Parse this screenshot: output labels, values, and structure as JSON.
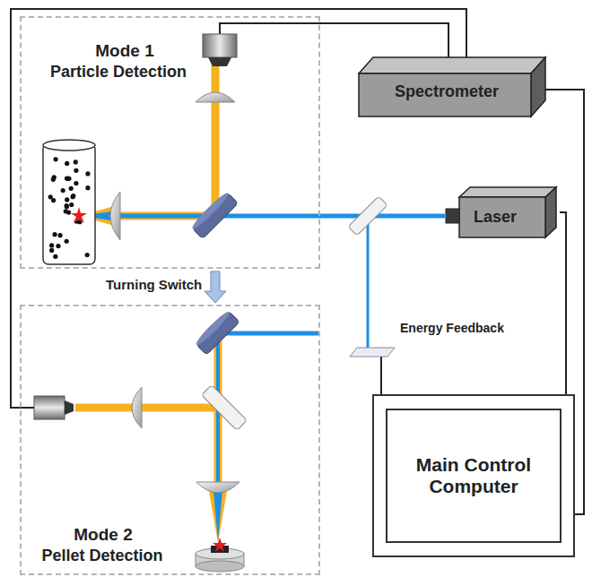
{
  "diagram": {
    "nodes": [
      {
        "text": [
          "Mode 1",
          "Particle Detection"
        ]
      },
      {
        "text": [
          "Spectrometer"
        ]
      },
      {
        "text": [
          "Laser"
        ]
      },
      {
        "text": [
          "Mode 2",
          "Pellet Detection"
        ]
      },
      {
        "text": [
          "Main Control Computer"
        ]
      }
    ],
    "edges": [
      {
        "from": 1,
        "to": 4,
        "arrow": "none"
      },
      {
        "from": 2,
        "to": 4,
        "arrow": "none"
      }
    ],
    "labels": [
      "Turning Switch",
      "Energy Feedback"
    ]
  }
}
